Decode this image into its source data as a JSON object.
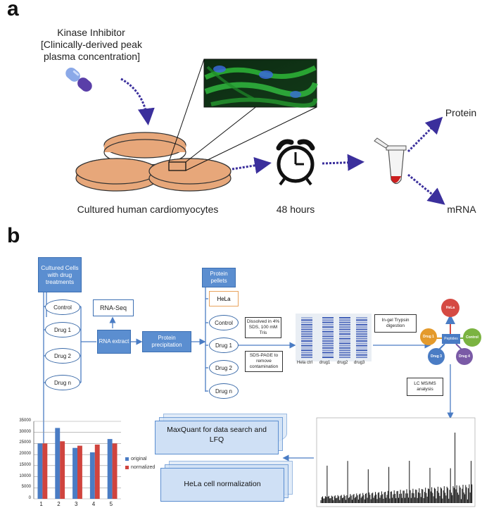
{
  "panel_a": {
    "letter": "a",
    "inhibitor_line1": "Kinase Inhibitor",
    "inhibitor_line2": "[Clinically-derived peak",
    "inhibitor_line3": "plasma concentration]",
    "cells_label": "Cultured human cardiomyocytes",
    "time_label": "48 hours",
    "protein_label": "Protein",
    "mrna_label": "mRNA"
  },
  "panel_b": {
    "letter": "b",
    "cultured_cells": "Cultured Cells with drug treatments",
    "conditions": [
      "Control",
      "Drug 1",
      "Drug 2",
      "Drug n"
    ],
    "rna_seq": "RNA-Seq",
    "rna_extract": "RNA extract",
    "protein_precipitation": "Protein precipitation",
    "protein_pellets": "Protein pellets",
    "pellet_items": [
      "HeLa",
      "Control",
      "Drug 1",
      "Drug 2",
      "Drug n"
    ],
    "dissolved": "Dissolved in 4% SDS, 100 mM Tris",
    "sds_page": "SDS-PAGE to remove contamination",
    "gel_lanes": [
      "Hela ctrl",
      "drug1",
      "drug2",
      "drug3"
    ],
    "trypsin": "In-gel Trypsin digestion",
    "peptides_center": "Peptides",
    "peptide_sources": [
      "HeLa",
      "Control",
      "Drug 1",
      "Drug 3",
      "Drug 4"
    ],
    "lcms": "LC MS/MS analysis",
    "maxquant": "MaxQuant for data search and LFQ",
    "hela_norm": "HeLa cell normalization"
  },
  "colors": {
    "box_blue": "#5b8ed0",
    "arrow_purple": "#3b2f9c",
    "dish_orange": "#e7a77a",
    "original_series": "#4a7cc4",
    "normalized_series": "#d0443e"
  },
  "chart_data": {
    "type": "bar",
    "categories": [
      "1",
      "2",
      "3",
      "4",
      "5"
    ],
    "series": [
      {
        "name": "original",
        "values": [
          25000,
          32000,
          23000,
          21000,
          27000
        ]
      },
      {
        "name": "normalized",
        "values": [
          25000,
          26000,
          24000,
          24500,
          25000
        ]
      }
    ],
    "ylim": [
      0,
      35000
    ],
    "yticks": [
      "0",
      "5000",
      "10000",
      "15000",
      "20000",
      "25000",
      "30000",
      "35000"
    ],
    "grid": true,
    "legend_position": "right"
  }
}
